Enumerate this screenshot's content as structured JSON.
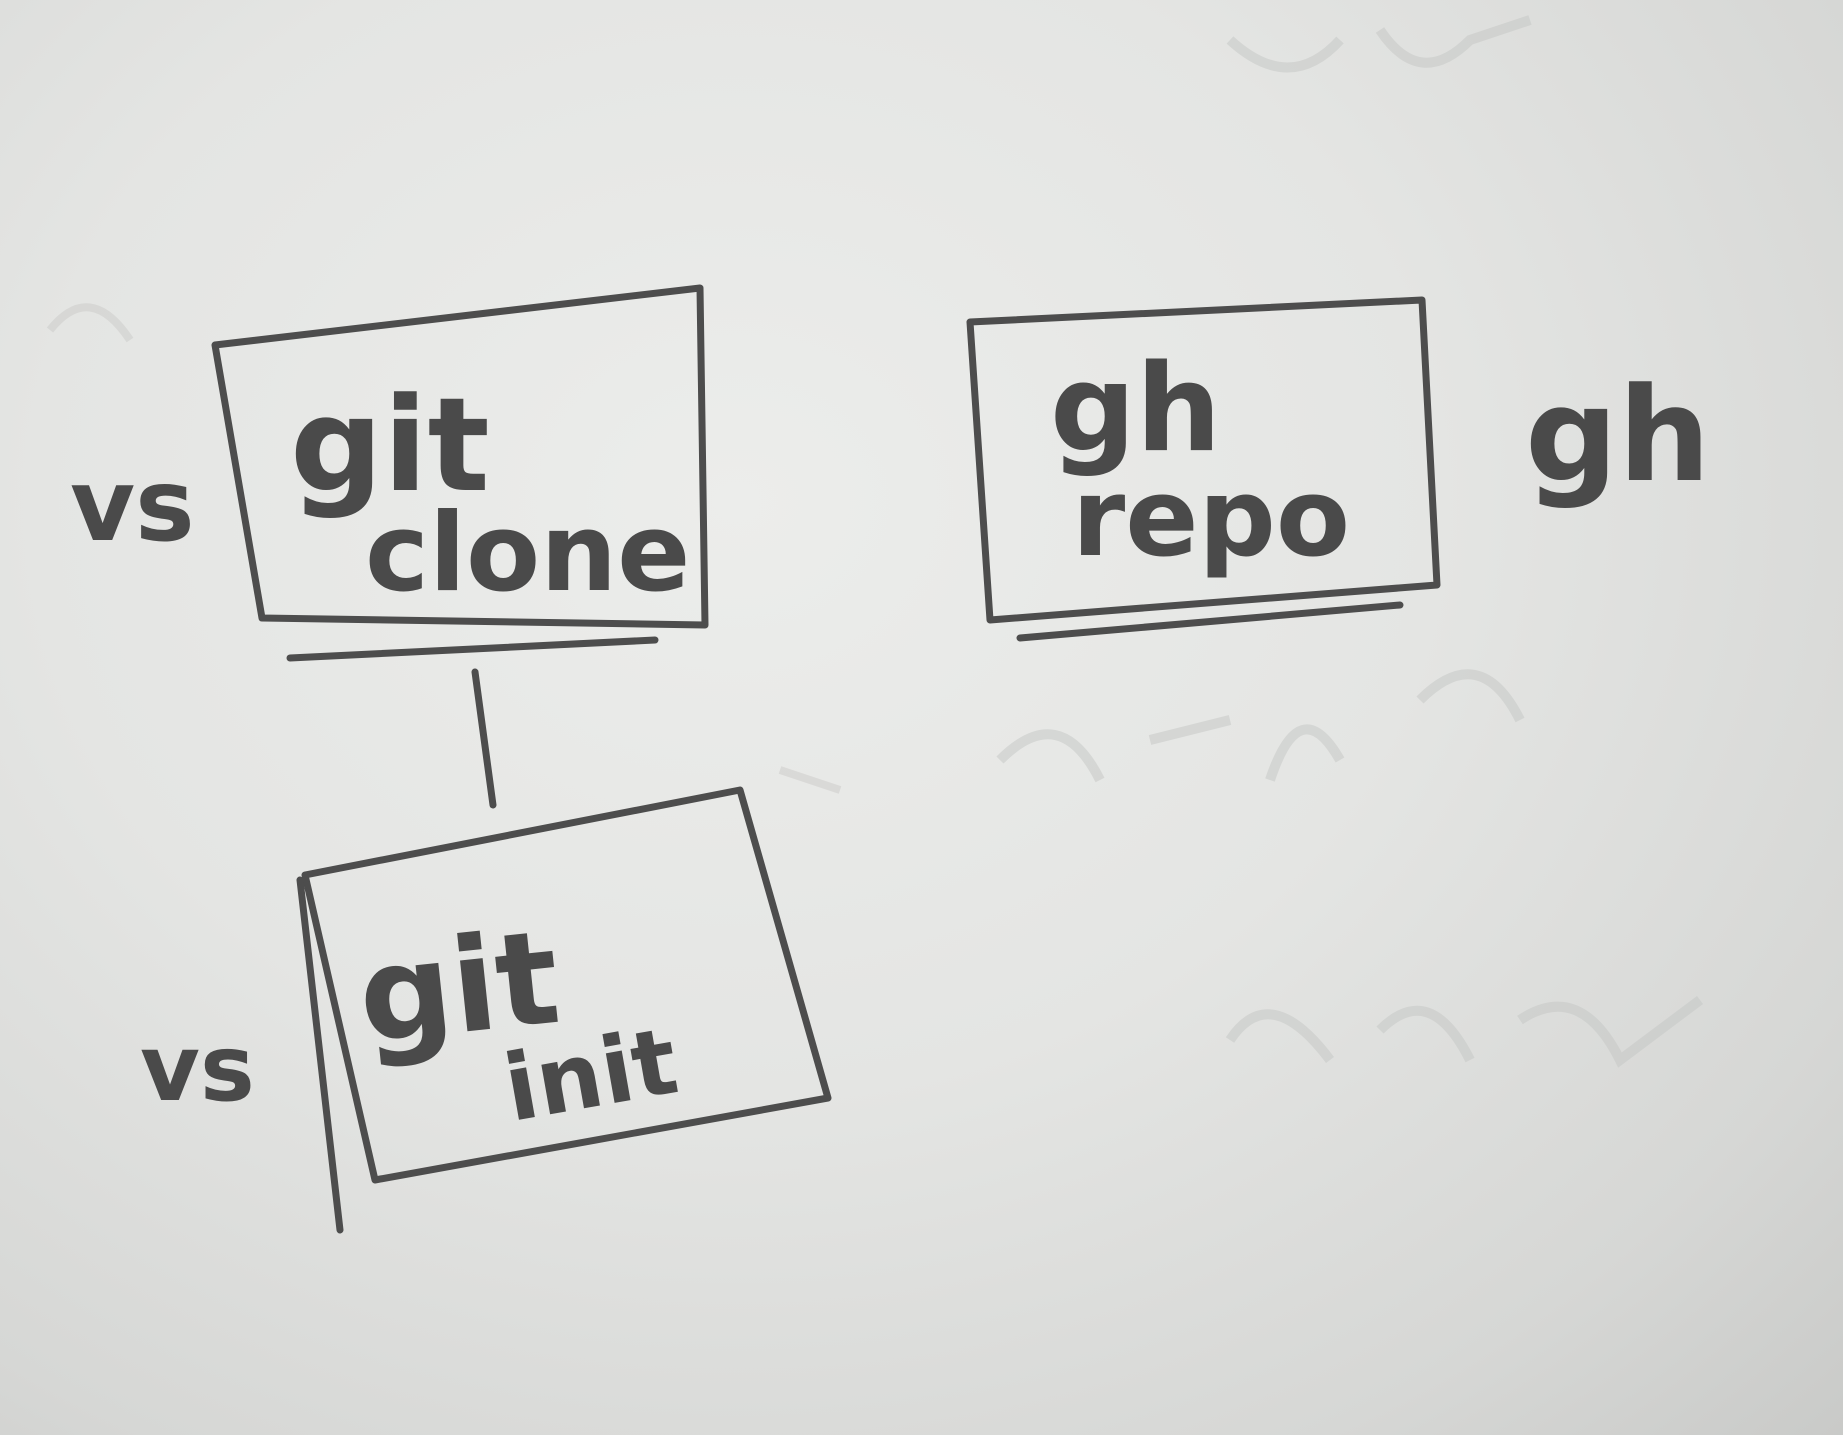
{
  "nodes": {
    "git_clone": {
      "line1": "git",
      "line2": "clone",
      "side_label": "vs"
    },
    "git_init": {
      "line1": "git",
      "line2": "init",
      "side_label": "vs"
    },
    "gh_repo": {
      "line1": "gh",
      "line2": "repo",
      "side_label": "gh"
    }
  },
  "colors": {
    "pencil": "#4a4a4a",
    "paper": "#e6e7e5"
  }
}
